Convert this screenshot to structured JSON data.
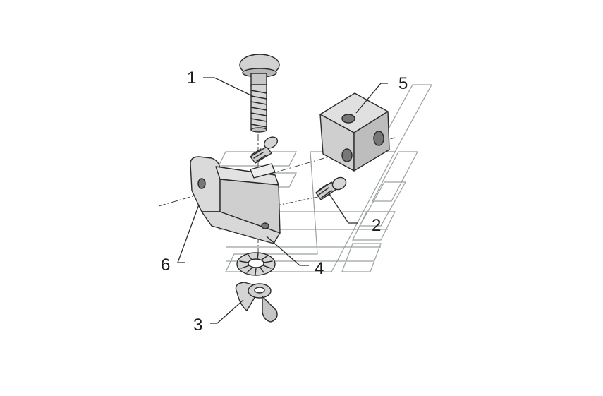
{
  "callouts": [
    {
      "id": "1",
      "label": "1"
    },
    {
      "id": "2",
      "label": "2"
    },
    {
      "id": "3",
      "label": "3"
    },
    {
      "id": "4",
      "label": "4"
    },
    {
      "id": "5",
      "label": "5"
    },
    {
      "id": "6",
      "label": "6"
    }
  ],
  "colors": {
    "ink": "#2a2a2a",
    "part_fill": "#d2d2d2",
    "part_shade": "#b8b8b8",
    "watermark": "#9aa0a0",
    "background": "#ffffff"
  }
}
